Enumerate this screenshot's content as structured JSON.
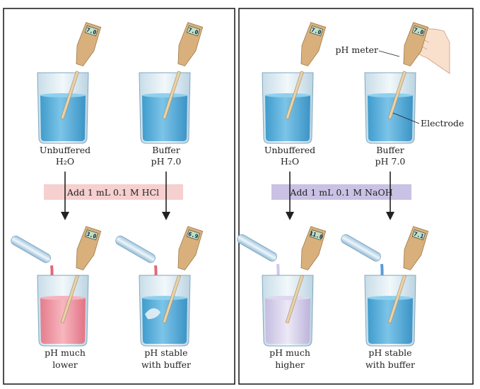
{
  "left_panel": {
    "top_left_label": [
      "Unbuffered",
      "H₂O"
    ],
    "top_right_label": [
      "Buffer",
      "pH 7.0"
    ],
    "action_text": "Add 1 mL 0.1 M HCl",
    "bottom_left_label": [
      "pH much",
      "lower"
    ],
    "bottom_right_label": [
      "pH stable",
      "with buffer"
    ],
    "meter_readings": [
      "7.0",
      "7.0",
      "3.0",
      "6.9"
    ],
    "band_color": "#f6cfcf",
    "acid_color": "#e3677a",
    "acid_solution_color": "#f19aa6"
  },
  "right_panel": {
    "top_left_label": [
      "Unbuffered",
      "H₂O"
    ],
    "top_right_label": [
      "Buffer",
      "pH 7.0"
    ],
    "action_text": "Add 1 mL 0.1 M NaOH",
    "bottom_left_label": [
      "pH much",
      "higher"
    ],
    "bottom_right_label": [
      "pH stable",
      "with buffer"
    ],
    "meter_readings": [
      "7.0",
      "7.0",
      "11.0",
      "7.1"
    ],
    "callout_meter": "pH meter",
    "callout_electrode": "Electrode",
    "band_color": "#c9c2e4",
    "base_color": "#5a9bd6",
    "base_solution_color": "#d7d1ec"
  },
  "colors": {
    "water": "#5fb2de",
    "meter_body": "#d9b07c",
    "lcd": "#bfe0c8",
    "panel_border": "#222222"
  }
}
